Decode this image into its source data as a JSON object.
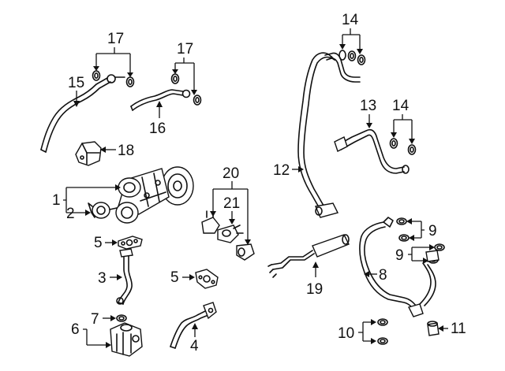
{
  "callouts": {
    "c1": "1",
    "c2": "2",
    "c3": "3",
    "c4": "4",
    "c5a": "5",
    "c5b": "5",
    "c6": "6",
    "c7": "7",
    "c8": "8",
    "c9a": "9",
    "c9b": "9",
    "c10": "10",
    "c11": "11",
    "c12": "12",
    "c13": "13",
    "c14a": "14",
    "c14b": "14",
    "c15": "15",
    "c16": "16",
    "c17a": "17",
    "c17b": "17",
    "c18": "18",
    "c19": "19",
    "c20": "20",
    "c21": "21"
  },
  "colors": {
    "line": "#111111",
    "background": "#ffffff"
  }
}
